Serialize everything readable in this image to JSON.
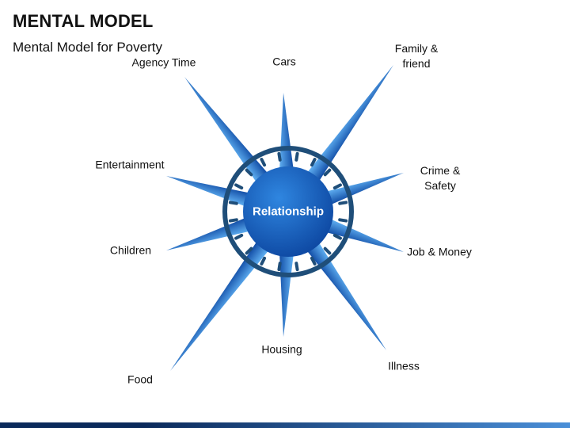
{
  "title": "MENTAL MODEL",
  "subtitle": "Mental Model for Poverty",
  "center": "Relationship",
  "nodes": [
    {
      "label": "Cars"
    },
    {
      "label": "Family &\nfriend"
    },
    {
      "label": "Crime &\nSafety"
    },
    {
      "label": "Job & Money"
    },
    {
      "label": "Illness"
    },
    {
      "label": "Housing"
    },
    {
      "label": "Food"
    },
    {
      "label": "Children"
    },
    {
      "label": "Entertainment"
    },
    {
      "label": "Agency Time"
    }
  ],
  "colors": {
    "ray_dark": "#0d47a1",
    "ray_light": "#64b5f6",
    "ring": "#1f4e79",
    "hub": "#1565c0",
    "footer_dark": "#0b2a5b",
    "footer_light": "#4a8fd8"
  }
}
